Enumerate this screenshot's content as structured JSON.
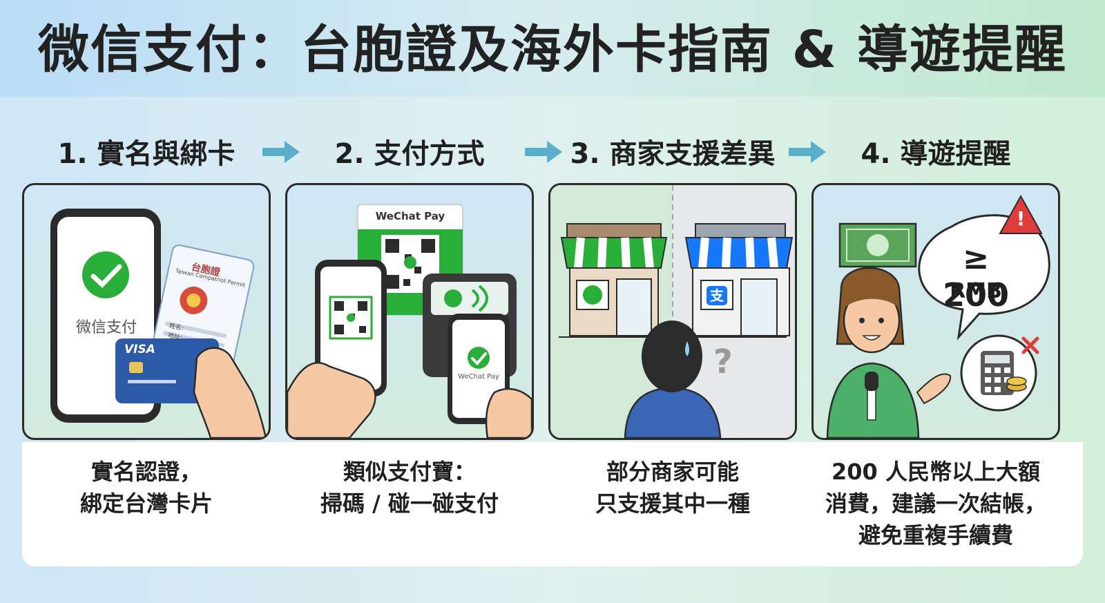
{
  "title": "微信支付：台胞證及海外卡指南 & 導遊提醒",
  "steps": [
    {
      "title": "1. 實名與綁卡",
      "caption": [
        "實名認證，",
        "綁定台灣卡片"
      ],
      "phone_label": "微信支付",
      "permit_title": "台胞證",
      "permit_subtitle": "Taiwan Compatriot Permit",
      "permit_field1": "姓名:",
      "permit_field2": "地址:",
      "card_brand": "VISA"
    },
    {
      "title": "2. 支付方式",
      "caption": [
        "類似支付寶：",
        "掃碼 / 碰一碰支付"
      ],
      "sign_label": "WeChat Pay",
      "phone_label": "WeChat Pay"
    },
    {
      "title": "3. 商家支援差異",
      "caption": [
        "部分商家可能",
        "只支援其中一種"
      ],
      "alipay_glyph": "支",
      "question": "?"
    },
    {
      "title": "4. 導遊提醒",
      "caption": [
        "200 人民幣以上大額",
        "消費，建議一次結帳，",
        "避免重複手續費"
      ],
      "amount": "≥ 200",
      "currency": "RMB",
      "warning": "!"
    }
  ],
  "colors": {
    "wechat_green": "#2aae3a",
    "alipay_blue": "#1677ff",
    "arrow": "#5ab0c9",
    "outline": "#2b2b2b",
    "warning_red": "#e23b3b"
  }
}
